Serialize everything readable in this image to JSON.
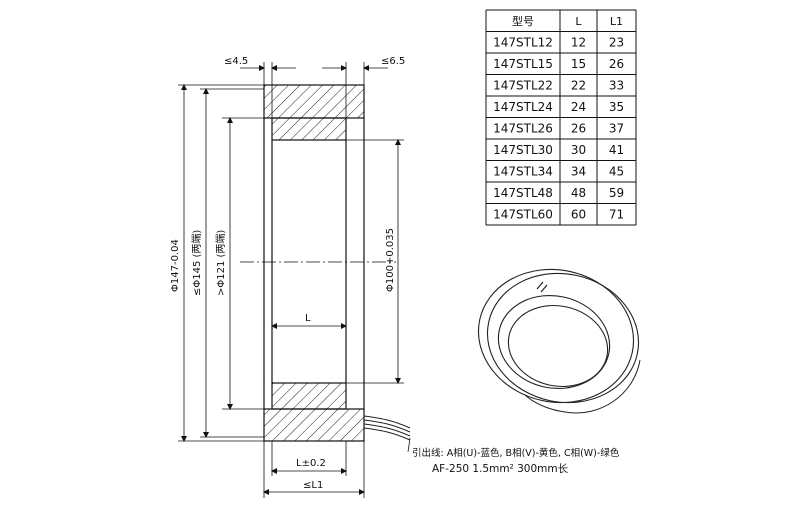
{
  "drawing": {
    "dims": {
      "left_flange": "≤4.5",
      "right_flange": "≤6.5",
      "outer_diameter": "Φ147-0.04",
      "housing_max": "≤Φ145 (两端)",
      "bore_min": ">Φ121 (两端)",
      "inner_diameter": "Φ100+0.035",
      "inner_length": "L",
      "length_tol": "L±0.2",
      "total_length": "≤L1"
    },
    "notes": {
      "leads": "引出线: A相(U)-蓝色, B相(V)-黄色, C相(W)-绿色",
      "cable": "AF-250 1.5mm² 300mm长"
    }
  },
  "table": {
    "headers": [
      "型号",
      "L",
      "L1"
    ],
    "rows": [
      [
        "147STL12",
        "12",
        "23"
      ],
      [
        "147STL15",
        "15",
        "26"
      ],
      [
        "147STL22",
        "22",
        "33"
      ],
      [
        "147STL24",
        "24",
        "35"
      ],
      [
        "147STL26",
        "26",
        "37"
      ],
      [
        "147STL30",
        "30",
        "41"
      ],
      [
        "147STL34",
        "34",
        "45"
      ],
      [
        "147STL48",
        "48",
        "59"
      ],
      [
        "147STL60",
        "60",
        "71"
      ]
    ]
  }
}
